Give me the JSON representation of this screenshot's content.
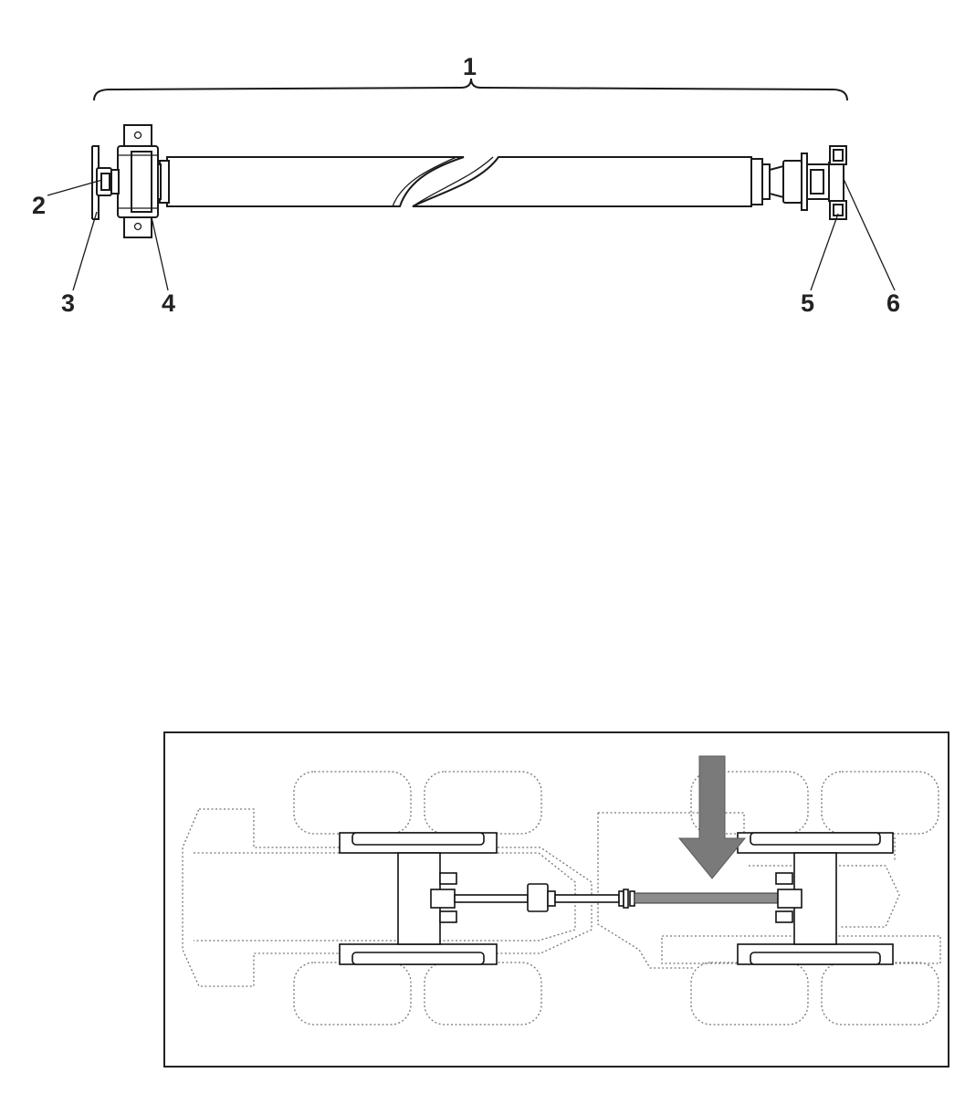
{
  "diagram": {
    "callouts": [
      {
        "id": "1",
        "label": "1"
      },
      {
        "id": "2",
        "label": "2"
      },
      {
        "id": "3",
        "label": "3"
      },
      {
        "id": "4",
        "label": "4"
      },
      {
        "id": "5",
        "label": "5"
      },
      {
        "id": "6",
        "label": "6"
      }
    ],
    "colors": {
      "line": "#1a1a1a",
      "highlight_shaft": "#8c8c8c",
      "arrow": "#7a7a7a",
      "ghost_outline": "#777777"
    }
  }
}
